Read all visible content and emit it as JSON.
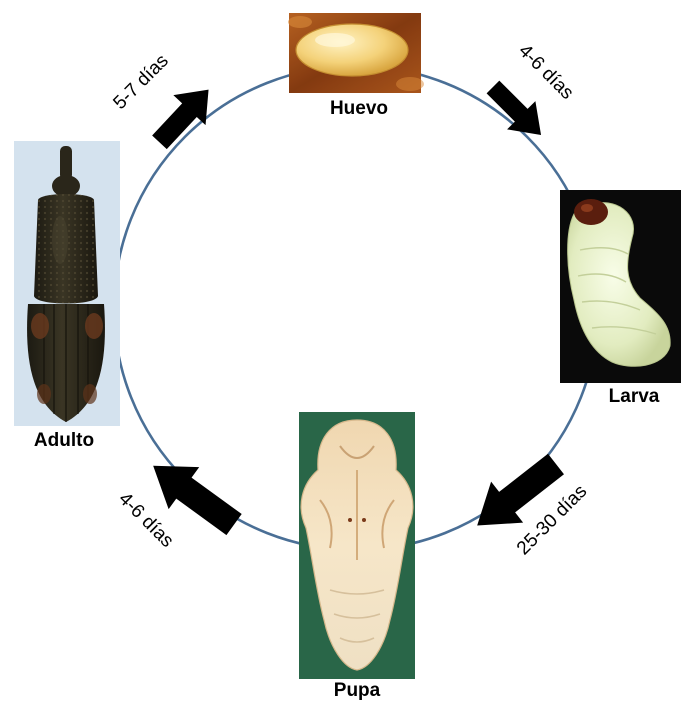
{
  "diagram": {
    "stages": {
      "egg": "Huevo",
      "larva": "Larva",
      "pupa": "Pupa",
      "adult": "Adulto"
    },
    "durations": {
      "egg_to_larva": "4-6 días",
      "larva_to_pupa": "25-30 días",
      "pupa_to_adult": "4-6 días",
      "adult_to_egg": "5-7 días"
    },
    "colors": {
      "cycle_ring": "#4a6f96",
      "arrow": "#000000",
      "egg": "#f4d27a",
      "egg_background": "#a8531c",
      "larva": "#e8f0c8",
      "larva_head": "#5a1e0e",
      "larva_background": "#0a0a0a",
      "pupa": "#efdcb8",
      "pupa_background": "#2f6e4e",
      "adult_beetle": "#2e2a1c",
      "adult_background": "#d4e2ee"
    }
  }
}
